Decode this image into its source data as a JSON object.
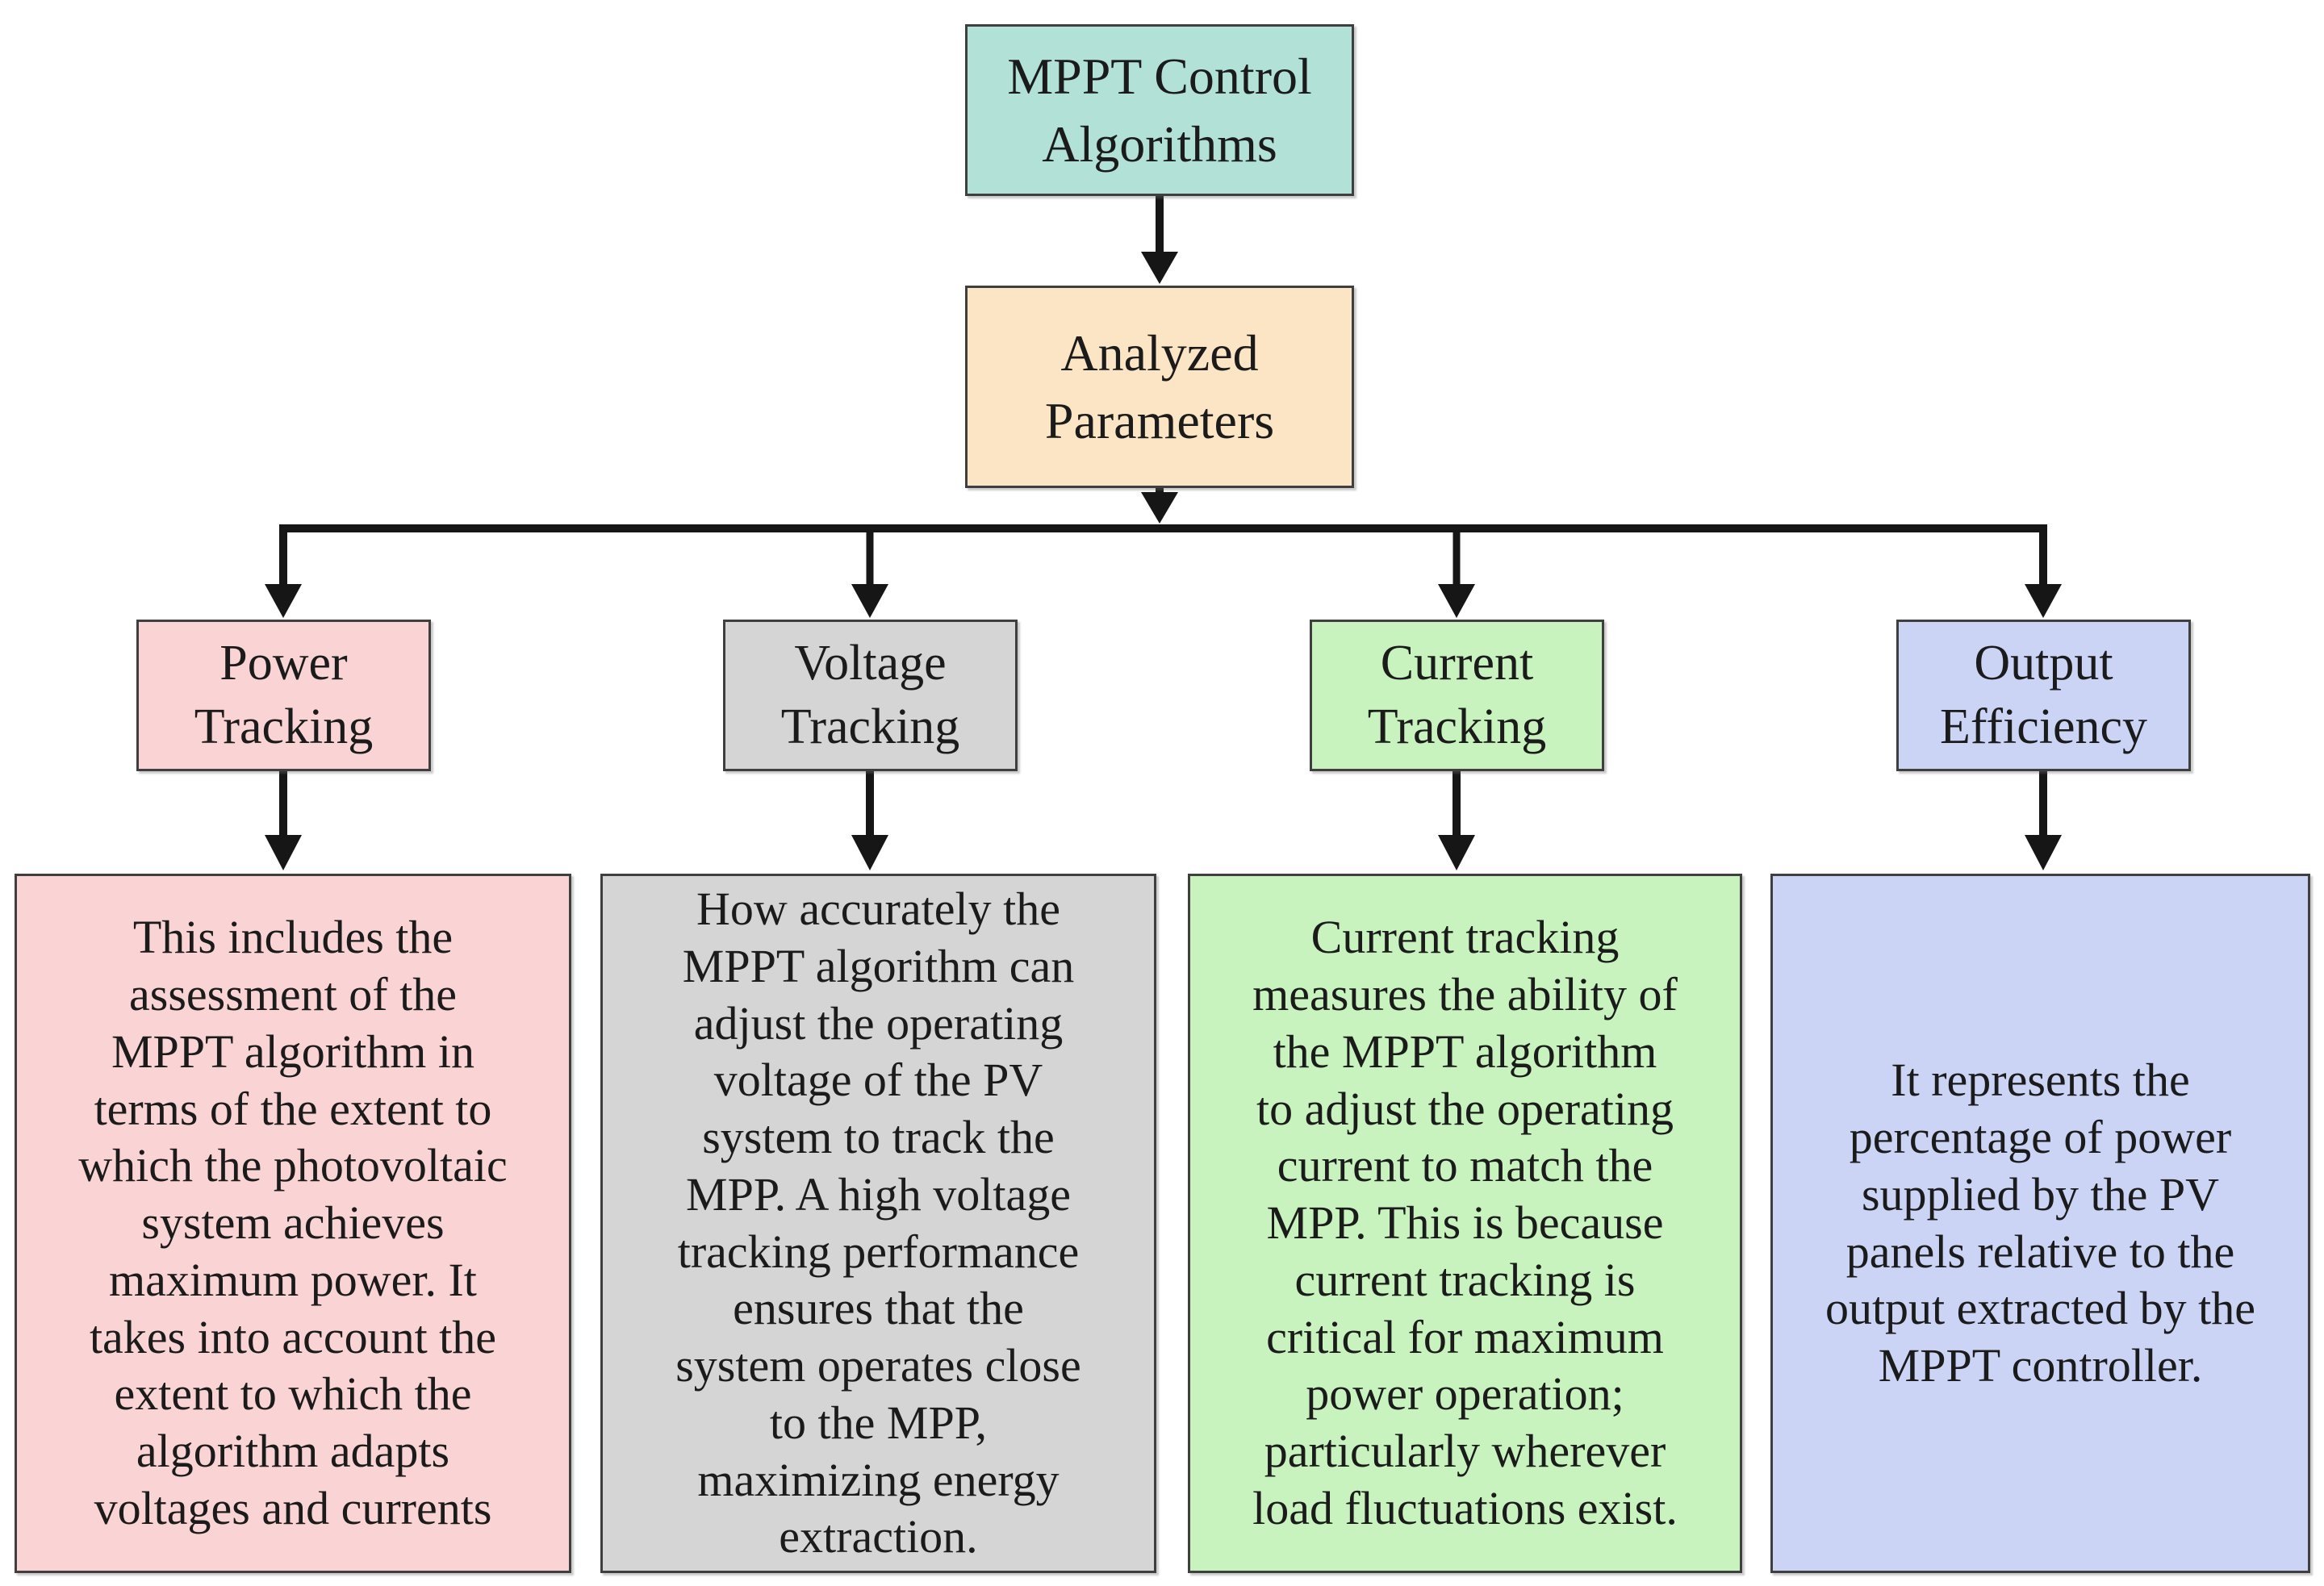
{
  "flowchart": {
    "root": {
      "label": "MPPT Control\nAlgorithms"
    },
    "parameters": {
      "label": "Analyzed\nParameters"
    },
    "branches": [
      {
        "id": "power",
        "label": "Power\nTracking",
        "description": "This includes the\nassessment of the\nMPPT algorithm in\nterms of the extent to\nwhich the photovoltaic\nsystem achieves\nmaximum power. It\ntakes into account the\nextent to which the\nalgorithm adapts\nvoltages and currents"
      },
      {
        "id": "voltage",
        "label": "Voltage\nTracking",
        "description": "How accurately the\nMPPT algorithm can\nadjust the operating\nvoltage of the PV\nsystem to track the\nMPP. A high voltage\ntracking performance\nensures that the\nsystem operates close\nto the MPP,\nmaximizing energy\nextraction."
      },
      {
        "id": "current",
        "label": "Current\nTracking",
        "description": "Current tracking\nmeasures the ability of\nthe MPPT algorithm\nto adjust the operating\ncurrent to match the\nMPP. This is because\ncurrent tracking is\ncritical for maximum\npower operation;\nparticularly wherever\nload fluctuations exist."
      },
      {
        "id": "efficiency",
        "label": "Output\nEfficiency",
        "description": "It represents the\npercentage of power\nsupplied by the PV\npanels relative to the\noutput extracted by the\nMPPT controller."
      }
    ]
  },
  "colors": {
    "root_bg": "#b1e1d7",
    "parameters_bg": "#fbe5c4",
    "power_bg": "#fad4d4",
    "voltage_bg": "#d5d5d5",
    "current_bg": "#c8f3bf",
    "efficiency_bg": "#ccd4f6",
    "border": "#3f3f3f",
    "line": "#161616",
    "text": "#1b1b1b"
  }
}
